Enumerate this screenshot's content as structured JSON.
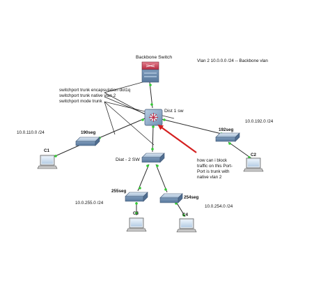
{
  "labels": {
    "backbone_switch": "Backbone Switch",
    "vlan_note": "Vlan 2 10.0.0.0 /24  --  Backbone vlan",
    "dist1": "Dist 1 sw",
    "dist2": "Diat - 2 SW",
    "seg190": "190seg",
    "seg192": "192seg",
    "seg255": "255seg",
    "seg254": "254seg",
    "c1": "C1",
    "c2": "C2",
    "c3": "C3",
    "c4": "C4",
    "net_110": "10.0.110.0 /24",
    "net_192": "10.0.192.0 /24",
    "net_255": "10.0.255.0 /24",
    "net_254": "10.0.254.0 /24"
  },
  "config_commands": [
    "switchport trunk encapsulation dot1q",
    "switchport trunk native vlan 2",
    "switchport mode trunk"
  ],
  "question_lines": [
    "how can i block",
    "traffic on this Port-",
    "Port is trunk with",
    "native vlan 2"
  ],
  "colors": {
    "arrow": "#d42020",
    "link": "#2a2a2a",
    "link_endpoint": "#33cc33",
    "device_blue": "#6f93b8",
    "backbone_red": "#c0304a"
  },
  "icons": [
    "router-switch-icon",
    "multilayer-switch-icon",
    "switch-icon",
    "pc-icon"
  ]
}
